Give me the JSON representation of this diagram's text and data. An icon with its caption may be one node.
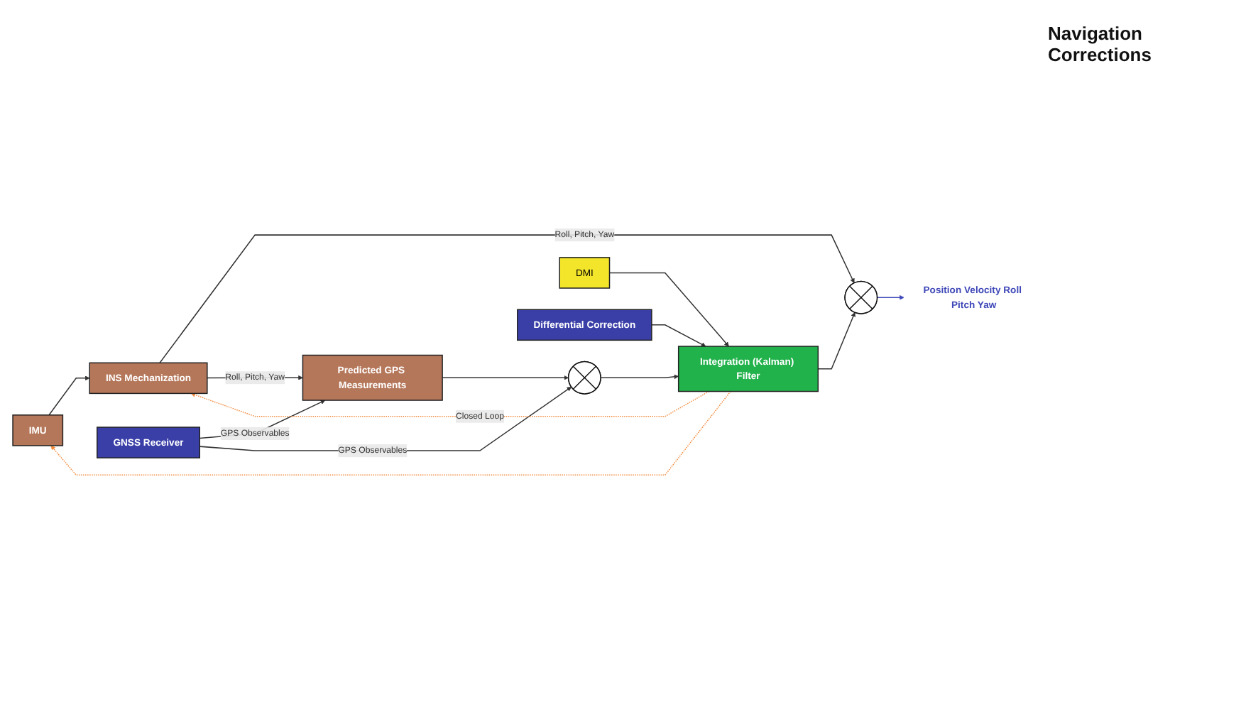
{
  "diagram": {
    "nodes": [
      {
        "text": [
          "IMU"
        ]
      },
      {
        "text": [
          "INS Mechanization"
        ]
      },
      {
        "text": [],
        "shape": "circle"
      },
      {
        "text": [
          "Predicted GPS Measurements"
        ]
      },
      {
        "text": [],
        "shape": "circle"
      },
      {
        "text": [
          "Integration (Kalman) Filter"
        ]
      },
      {
        "text": [
          "GNSS Receiver"
        ]
      },
      {
        "text": [
          "DMI"
        ]
      },
      {
        "text": [
          "Differential Correction"
        ]
      },
      {
        "text": [
          "Position Velocity Roll Pitch Yaw"
        ]
      }
    ],
    "edges": [
      {
        "from": 0,
        "to": 1,
        "arrow": "to"
      },
      {
        "from": 1,
        "to": 2,
        "arrow": "to",
        "label": "Roll, Pitch, Yaw"
      },
      {
        "from": 1,
        "to": 3,
        "arrow": "to",
        "label": "Roll, Pitch, Yaw"
      },
      {
        "from": 6,
        "to": 3,
        "arrow": "to",
        "label": "GPS Observables"
      },
      {
        "from": 6,
        "to": 4,
        "arrow": "to",
        "label": "GPS Observables"
      },
      {
        "from": 3,
        "to": 4,
        "arrow": "to"
      },
      {
        "from": 4,
        "to": 5,
        "arrow": "to"
      },
      {
        "from": 5,
        "to": 2,
        "arrow": "to"
      },
      {
        "from": 7,
        "to": 5,
        "arrow": "to"
      },
      {
        "from": 8,
        "to": 5,
        "arrow": "to"
      },
      {
        "from": 2,
        "to": 9,
        "arrow": "to",
        "color": "#3f48b8"
      },
      {
        "from": 5,
        "to": 0,
        "arrow": "to",
        "style": "dashed",
        "color": "#f28a3c"
      },
      {
        "from": 5,
        "to": 1,
        "arrow": "to",
        "style": "dashed",
        "color": "#f28a3c",
        "label": "Closed Loop"
      }
    ],
    "labels": [
      "Navigation Corrections"
    ]
  }
}
